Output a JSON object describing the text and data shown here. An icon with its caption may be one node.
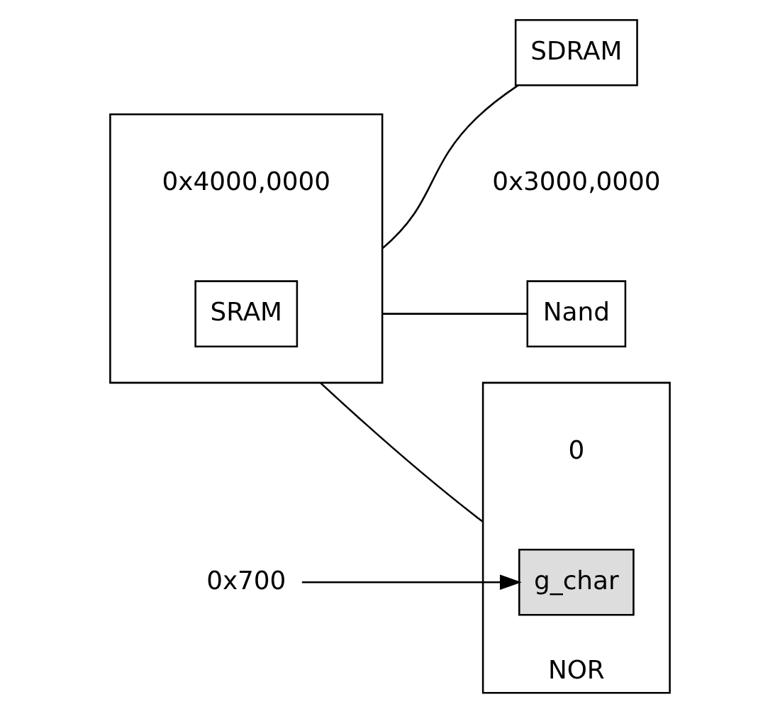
{
  "diagram": {
    "nodes": [
      {
        "text": [],
        "shape": "box"
      },
      {
        "text": [
          "SRAM"
        ],
        "in": 0,
        "beside": [
          "0x4000,0000"
        ]
      },
      {
        "text": [
          "SDRAM"
        ],
        "beside": [
          "0x3000,0000"
        ]
      },
      {
        "text": [
          "NOR"
        ],
        "beside": [
          "0"
        ]
      },
      {
        "text": [
          "g_char"
        ],
        "in": 3
      },
      {
        "text": [
          "Nand"
        ]
      },
      {
        "text": [
          "0x700"
        ]
      }
    ],
    "edges": [
      {
        "from": 0,
        "to": 2,
        "arrow": "none"
      },
      {
        "from": 0,
        "to": 3,
        "arrow": "none"
      },
      {
        "from": 0,
        "to": 5,
        "arrow": "none"
      },
      {
        "from": 6,
        "to": 4,
        "arrow": "to"
      }
    ]
  }
}
